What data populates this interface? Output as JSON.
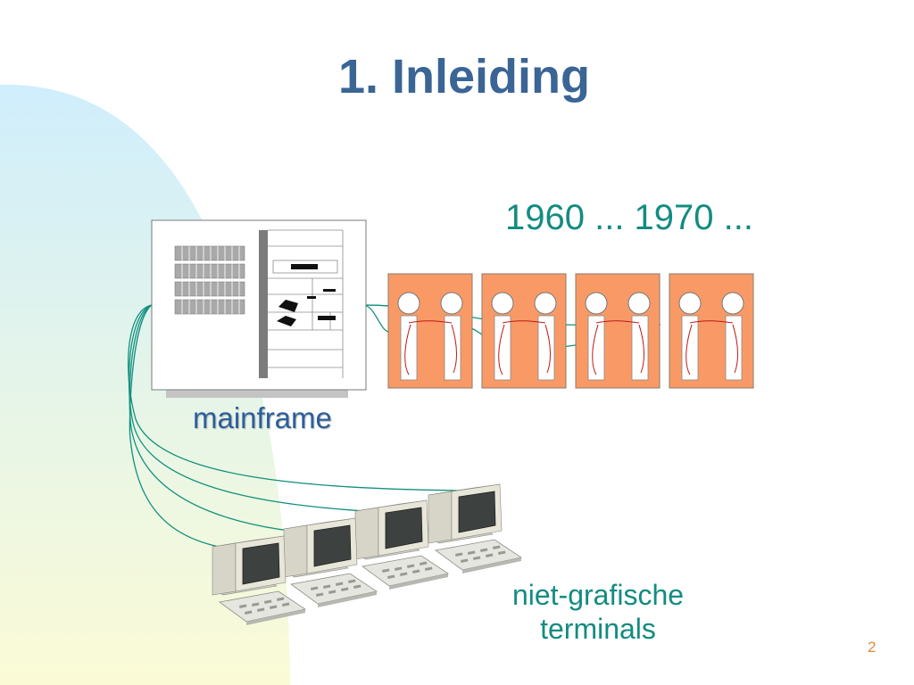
{
  "slide": {
    "title": "1. Inleiding",
    "period": "1960 ... 1970 ...",
    "mainframe_label": "mainframe",
    "terminals_label_line1": "niet-grafische",
    "terminals_label_line2": "terminals",
    "page_number": "2"
  },
  "colors": {
    "title": "#3a6595",
    "accent_teal": "#138c80",
    "label_blue": "#2c5f9c",
    "user_panel": "#f99a66",
    "page_number": "#e08a3c",
    "background_gradient_top": "#cfeefc",
    "background_gradient_bottom": "#fbfbd6"
  },
  "icons": {
    "mainframe": "mainframe-cabinet-icon",
    "users": "person-icon",
    "terminal": "computer-terminal-icon"
  }
}
